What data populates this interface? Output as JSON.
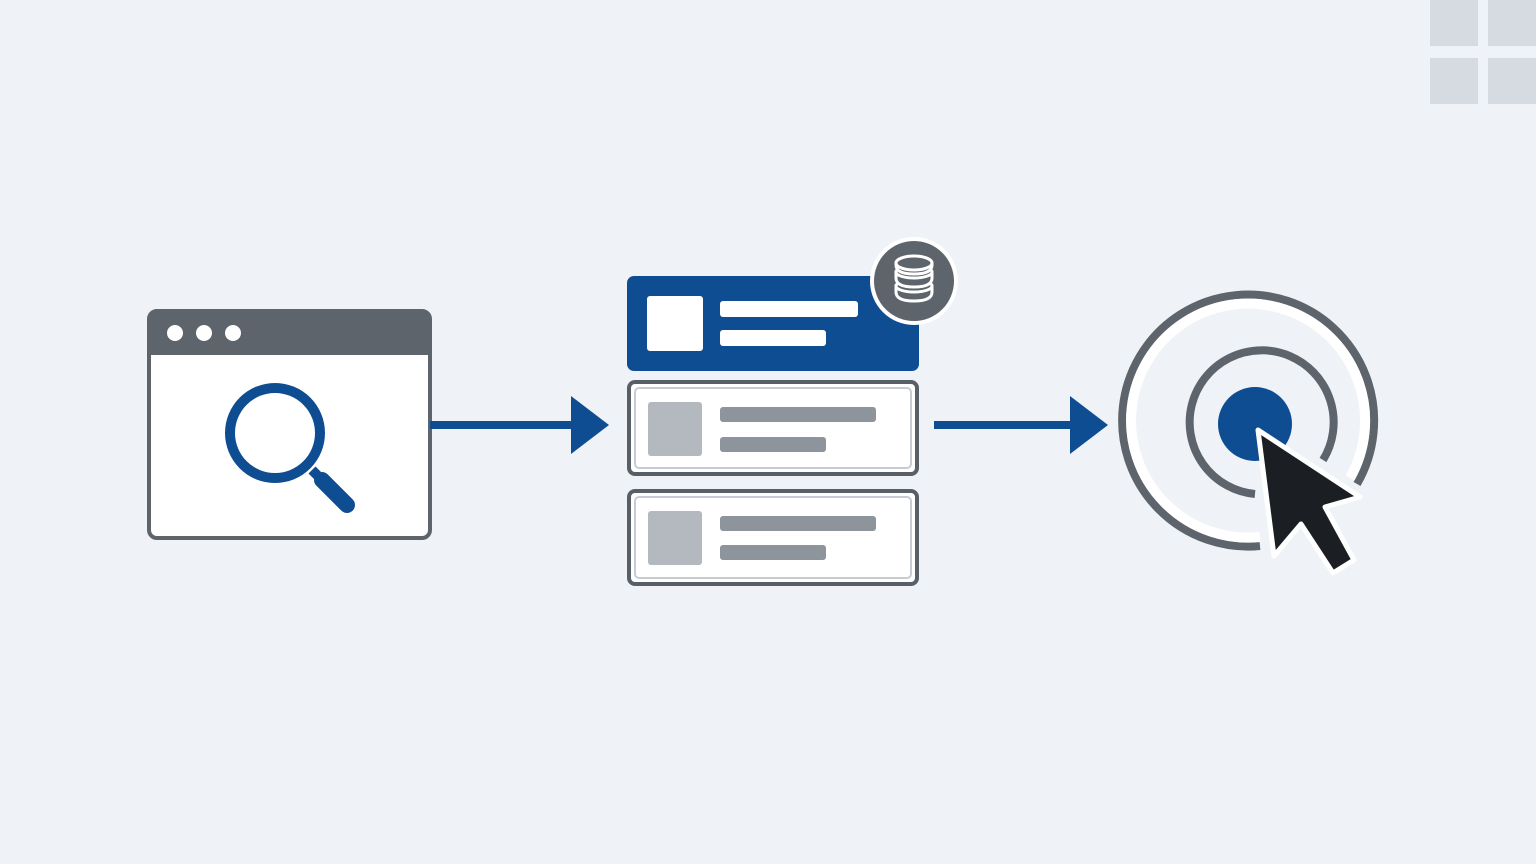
{
  "colors": {
    "background": "#eff3f7",
    "accent_blue": "#0f4d92",
    "frame_gray": "#5e646b",
    "dark_outline": "#595f66",
    "placeholder_gray": "#b4b9bf",
    "text_line_gray": "#8d949b",
    "cursor_black": "#1b1f24",
    "panel_white": "#ffffff",
    "corner_tile": "#d6dbe2"
  },
  "icons": {
    "browser": "browser-window-icon",
    "search": "magnifying-glass-icon",
    "results": "results-list-icon",
    "database": "database-icon",
    "target": "target-icon",
    "pointer": "mouse-cursor-icon",
    "arrow": "right-arrow-icon",
    "grid": "grid-tiles-icon"
  },
  "diagram": {
    "steps": [
      "search",
      "results",
      "target"
    ],
    "results_list": {
      "item_count": 3,
      "highlighted_item": 1
    }
  }
}
